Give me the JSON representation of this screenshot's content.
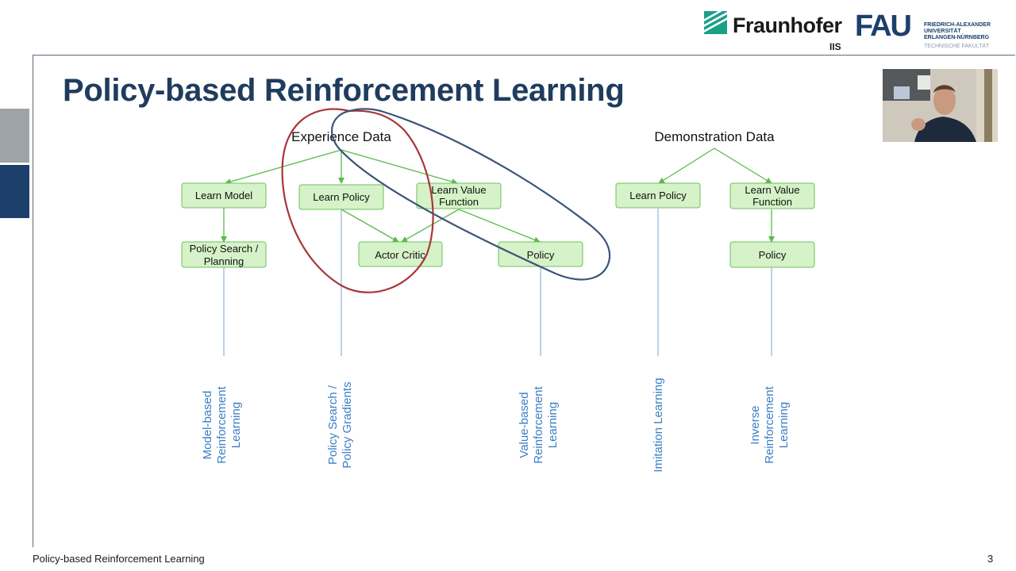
{
  "slide": {
    "title": "Policy-based Reinforcement Learning",
    "footer_title": "Policy-based Reinforcement Learning",
    "page_number": "3"
  },
  "logos": {
    "fraunhofer_name": "Fraunhofer",
    "fraunhofer_sub": "IIS",
    "fau_mark": "FAU",
    "fau_lines": [
      "FRIEDRICH-ALEXANDER",
      "UNIVERSITÄT",
      "ERLANGEN-NÜRNBERG"
    ],
    "fau_faculty": "TECHNISCHE FAKULTÄT"
  },
  "diagram": {
    "sources": {
      "experience": "Experience Data",
      "demonstration": "Demonstration Data"
    },
    "nodes": {
      "learn_model": "Learn Model",
      "learn_policy_exp": "Learn Policy",
      "learn_value_exp": [
        "Learn Value",
        "Function"
      ],
      "policy_search": [
        "Policy Search /",
        "Planning"
      ],
      "actor_critic": "Actor Critic",
      "policy_exp": "Policy",
      "learn_policy_demo": "Learn Policy",
      "learn_value_demo": [
        "Learn Value",
        "Function"
      ],
      "policy_demo": "Policy"
    },
    "categories": {
      "model_based": [
        "Model-based",
        "Reinforcement",
        "Learning"
      ],
      "policy_search": [
        "Policy Search /",
        "Policy Gradients"
      ],
      "value_based": [
        "Value-based",
        "Reinforcement",
        "Learning"
      ],
      "imitation": [
        "Imitation Learning"
      ],
      "inverse": [
        "Inverse",
        "Reinforcement",
        "Learning"
      ]
    }
  },
  "colors": {
    "title": "#1f3c5e",
    "node_fill": "#d6f2c8",
    "node_border": "#6cc15c",
    "arrow": "#5cb94c",
    "category_text": "#3b7fc4",
    "category_line": "#a9c6e4",
    "annotation_red": "#a8363a",
    "annotation_blue": "#3c5478"
  }
}
